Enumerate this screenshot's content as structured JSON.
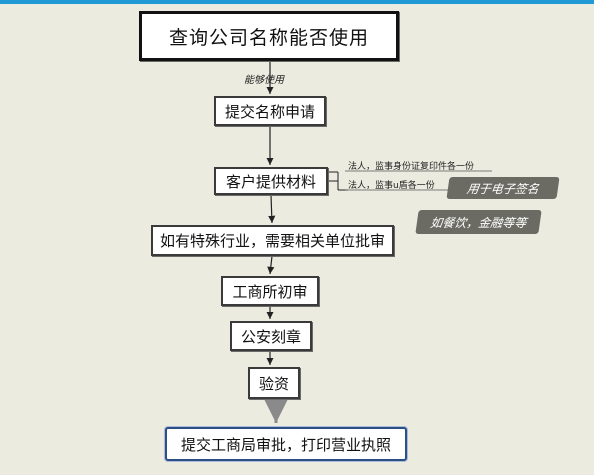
{
  "nodes": {
    "query_name": "查询公司名称能否使用",
    "submit_name": "提交名称申请",
    "client_materials": "客户提供材料",
    "special_industry": "如有特殊行业，需要相关单位批审",
    "initial_review": "工商所初审",
    "police_seal": "公安刻章",
    "capital_check": "验资",
    "final_submit": "提交工商局审批，打印营业执照"
  },
  "edge_labels": {
    "can_use": "能够使用"
  },
  "notes": {
    "id_copies": "法人，监事身份证复印件各一份",
    "ushield": "法人，监事u盾各一份"
  },
  "callouts": {
    "e_sign": "用于电子签名",
    "industry_examples": "如餐饮，金融等等"
  },
  "colors": {
    "topbar": "#1f9ad6",
    "callout": "#6b6b64",
    "final_border": "#2c4f86"
  }
}
